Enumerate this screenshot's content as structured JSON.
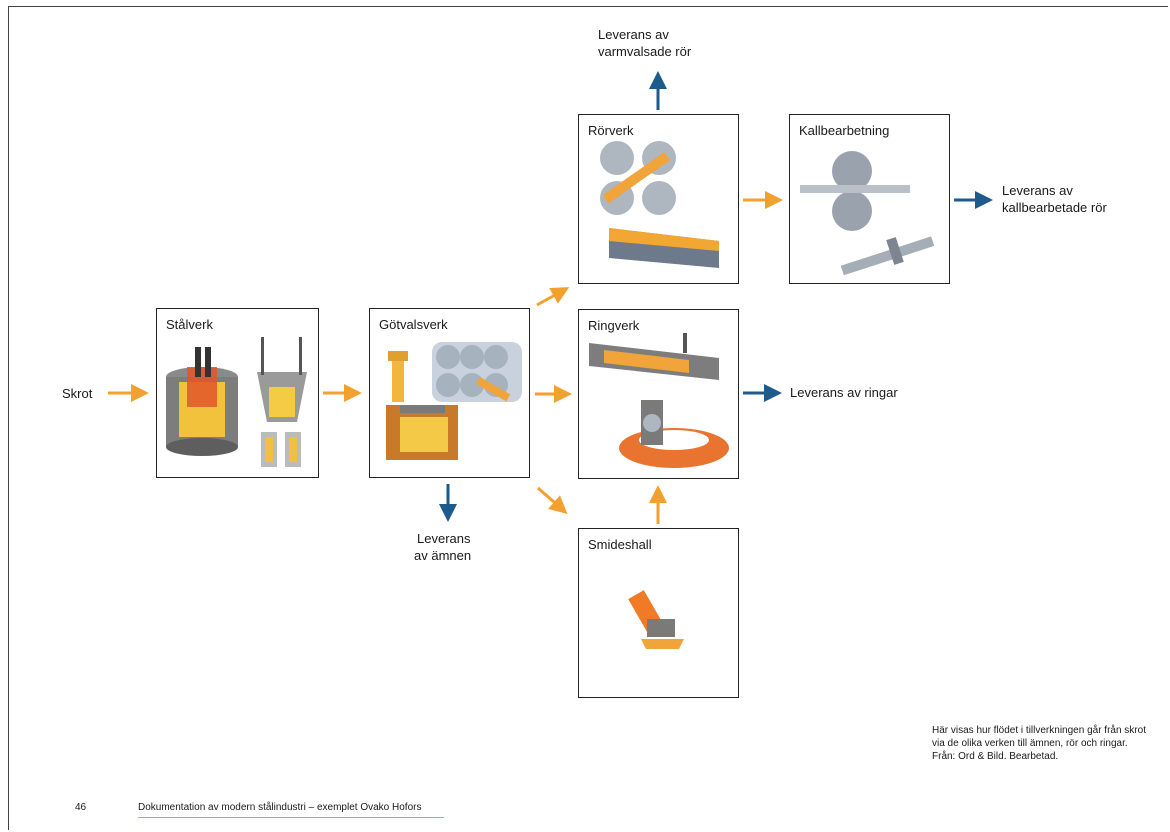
{
  "colors": {
    "flow_arrow": "#f2a12e",
    "delivery_arrow": "#1f5a8c"
  },
  "inputs": {
    "skrot": "Skrot"
  },
  "boxes": {
    "stalverk": "Stålverk",
    "gotvalsverk": "Götvalsverk",
    "rorverk": "Rörverk",
    "kallbearbetning": "Kallbearbetning",
    "ringverk": "Ringverk",
    "smideshall": "Smideshall"
  },
  "deliveries": {
    "varmvalsade_1": "Leverans av",
    "varmvalsade_2": "varmvalsade rör",
    "kallbearbetade_1": "Leverans av",
    "kallbearbetade_2": "kallbearbetade rör",
    "ringar": "Leverans av ringar",
    "amnen_1": "Leverans",
    "amnen_2": "av ämnen"
  },
  "caption": "Här visas hur flödet i tillverkningen går från skrot via de olika verken till ämnen, rör och ringar. Från: Ord & Bild. Bearbetad.",
  "footer": {
    "page_number": "46",
    "title": "Dokumentation av modern stålindustri – exemplet Ovako Hofors"
  }
}
